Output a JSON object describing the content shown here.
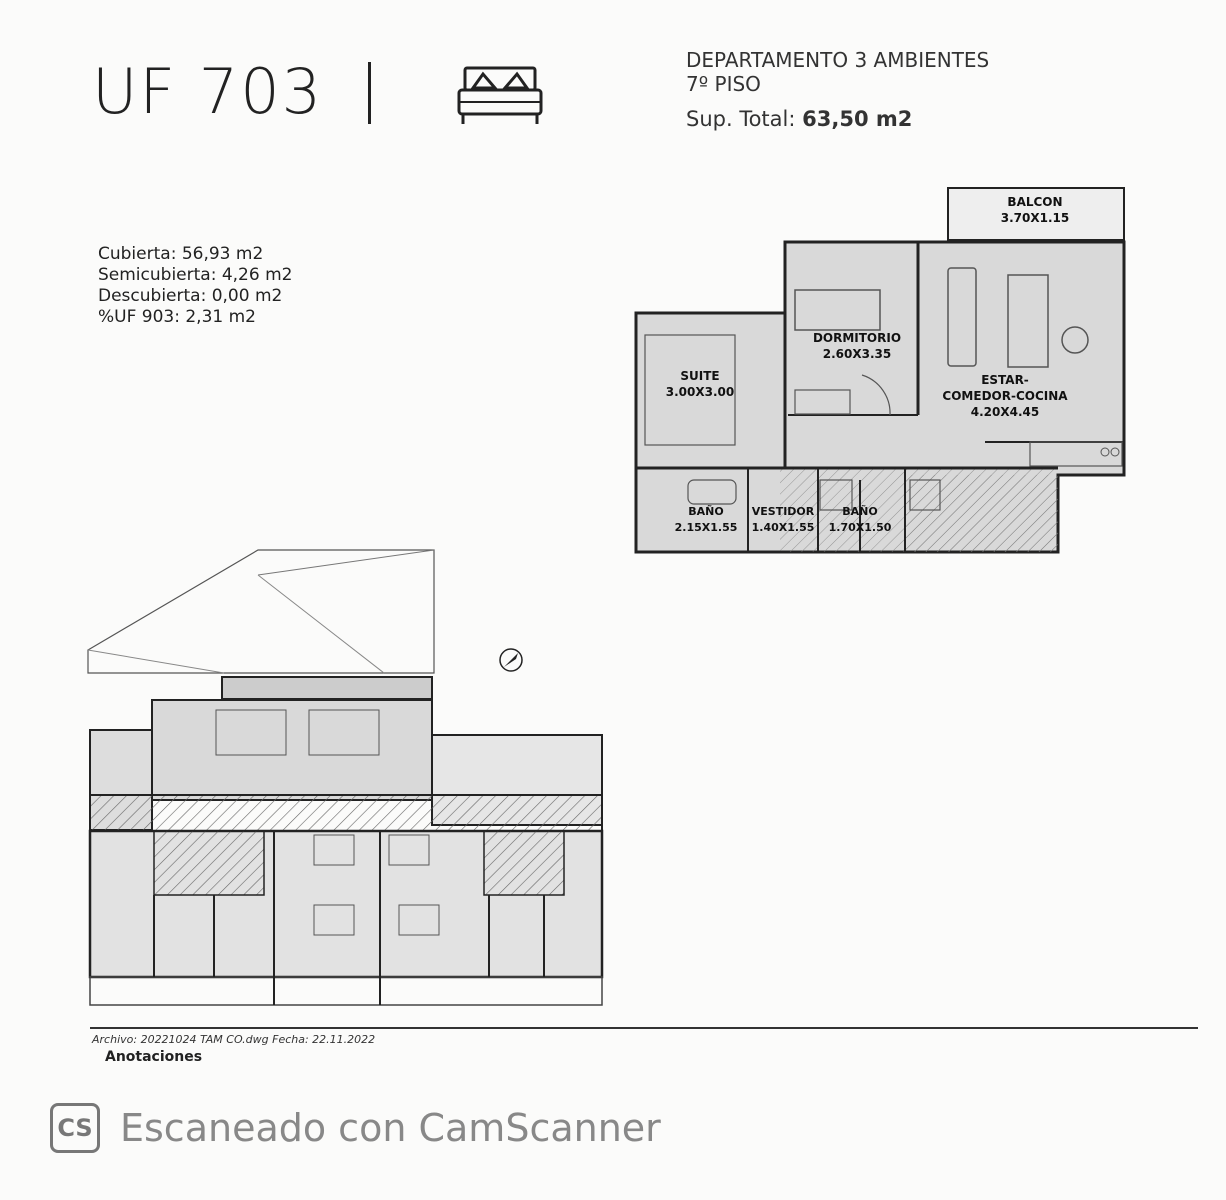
{
  "header": {
    "unit_title": "UF 703",
    "unit_type": "DEPARTAMENTO 3 AMBIENTES",
    "floor": "7º PISO",
    "total_label": "Sup. Total:",
    "total_value": "63,50 m2"
  },
  "areas": [
    "Cubierta: 56,93 m2",
    "Semicubierta: 4,26 m2",
    "Descubierta: 0,00 m2",
    "%UF 903: 2,31 m2"
  ],
  "rooms": {
    "balcon": {
      "name": "BALCON",
      "dims": "3.70X1.15"
    },
    "dormitorio": {
      "name": "DORMITORIO",
      "dims": "2.60X3.35"
    },
    "suite": {
      "name": "SUITE",
      "dims": "3.00X3.00"
    },
    "estar": {
      "name": "ESTAR-",
      "name2": "COMEDOR-COCINA",
      "dims": "4.20X4.45"
    },
    "bano1": {
      "name": "BAÑO",
      "dims": "2.15X1.55"
    },
    "vestidor": {
      "name": "VESTIDOR",
      "dims": "1.40X1.55"
    },
    "bano2": {
      "name": "BAÑO",
      "dims": "1.70X1.50"
    }
  },
  "footer": {
    "archivo": "Archivo: 20221024 TAM CO.dwg   Fecha: 22.11.2022",
    "anotaciones": "Anotaciones"
  },
  "watermark": {
    "logo": "CS",
    "text": "Escaneado con CamScanner"
  },
  "icons": [
    "bed-icon",
    "north-compass-icon"
  ],
  "colors": {
    "ink": "#222222",
    "fill": "#d9d9d9",
    "paper": "#fbfbfa"
  }
}
